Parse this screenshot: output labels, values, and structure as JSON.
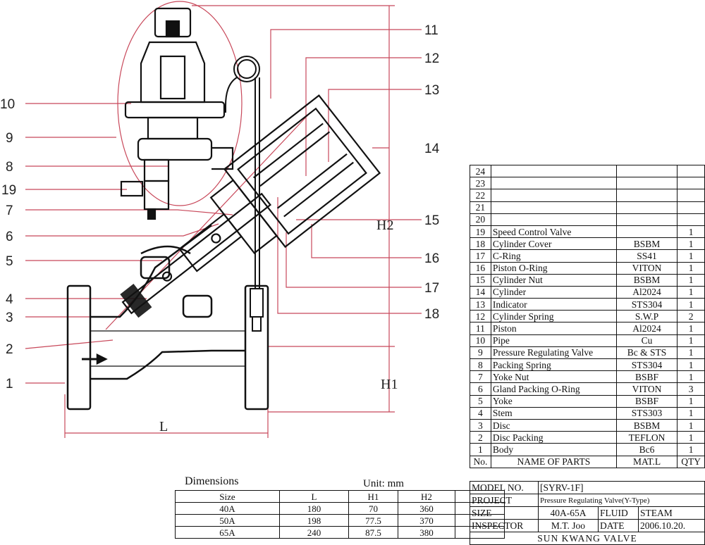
{
  "callouts": [
    "1",
    "2",
    "3",
    "4",
    "5",
    "6",
    "7",
    "8",
    "19",
    "9",
    "10",
    "11",
    "12",
    "13",
    "14",
    "15",
    "16",
    "17",
    "18"
  ],
  "dimension_marks": {
    "length": "L",
    "h1": "H1",
    "h2": "H2"
  },
  "parts_list": {
    "rows": [
      {
        "no": "24",
        "name": "",
        "mat": "",
        "qty": ""
      },
      {
        "no": "23",
        "name": "",
        "mat": "",
        "qty": ""
      },
      {
        "no": "22",
        "name": "",
        "mat": "",
        "qty": ""
      },
      {
        "no": "21",
        "name": "",
        "mat": "",
        "qty": ""
      },
      {
        "no": "20",
        "name": "",
        "mat": "",
        "qty": ""
      },
      {
        "no": "19",
        "name": "Speed Control Valve",
        "mat": "",
        "qty": "1"
      },
      {
        "no": "18",
        "name": "Cylinder Cover",
        "mat": "BSBM",
        "qty": "1"
      },
      {
        "no": "17",
        "name": "C-Ring",
        "mat": "SS41",
        "qty": "1"
      },
      {
        "no": "16",
        "name": "Piston O-Ring",
        "mat": "VITON",
        "qty": "1"
      },
      {
        "no": "15",
        "name": "Cylinder Nut",
        "mat": "BSBM",
        "qty": "1"
      },
      {
        "no": "14",
        "name": "Cylinder",
        "mat": "Al2024",
        "qty": "1"
      },
      {
        "no": "13",
        "name": "Indicator",
        "mat": "STS304",
        "qty": "1"
      },
      {
        "no": "12",
        "name": "Cylinder Spring",
        "mat": "S.W.P",
        "qty": "2"
      },
      {
        "no": "11",
        "name": "Piston",
        "mat": "Al2024",
        "qty": "1"
      },
      {
        "no": "10",
        "name": "Pipe",
        "mat": "Cu",
        "qty": "1"
      },
      {
        "no": "9",
        "name": "Pressure Regulating Valve",
        "mat": "Bc & STS",
        "qty": "1"
      },
      {
        "no": "8",
        "name": "Packing Spring",
        "mat": "STS304",
        "qty": "1"
      },
      {
        "no": "7",
        "name": "Yoke  Nut",
        "mat": "BSBF",
        "qty": "1"
      },
      {
        "no": "6",
        "name": "Gland Packing O-Ring",
        "mat": "VITON",
        "qty": "3"
      },
      {
        "no": "5",
        "name": "Yoke",
        "mat": "BSBF",
        "qty": "1"
      },
      {
        "no": "4",
        "name": "Stem",
        "mat": "STS303",
        "qty": "1"
      },
      {
        "no": "3",
        "name": "Disc",
        "mat": "BSBM",
        "qty": "1"
      },
      {
        "no": "2",
        "name": "Disc Packing",
        "mat": "TEFLON",
        "qty": "1"
      },
      {
        "no": "1",
        "name": "Body",
        "mat": "Bc6",
        "qty": "1"
      }
    ],
    "header": {
      "no": "No.",
      "name": "NAME OF PARTS",
      "mat": "MAT.L",
      "qty": "QTY"
    }
  },
  "title_block": {
    "model_label": "MODEL NO.",
    "model_value": "[SYRV-1F]",
    "project_label": "PROJECT",
    "project_value": "Pressure Regulating Valve(Y-Type)",
    "size_label": "SIZE",
    "size_value": "40A-65A",
    "fluid_label": "FLUID",
    "fluid_value": "STEAM",
    "inspector_label": "INSPECTOR",
    "inspector_value": "M.T. Joo",
    "date_label": "DATE",
    "date_value": "2006.10.20.",
    "company": "SUN  KWANG  VALVE"
  },
  "dimensions_table": {
    "caption": "Dimensions",
    "unit": "Unit: mm",
    "headers": [
      "Size",
      "L",
      "H1",
      "H2"
    ],
    "rows": [
      [
        "40A",
        "180",
        "70",
        "360"
      ],
      [
        "50A",
        "198",
        "77.5",
        "370"
      ],
      [
        "65A",
        "240",
        "87.5",
        "380"
      ]
    ]
  }
}
